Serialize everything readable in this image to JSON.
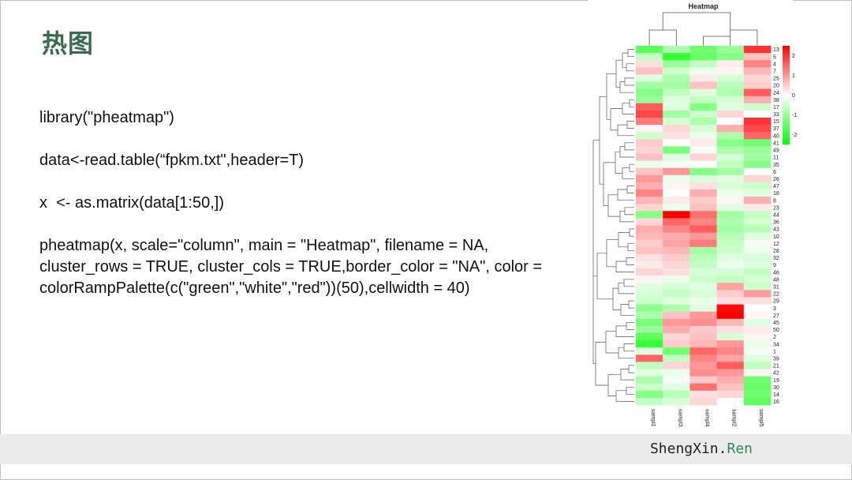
{
  "slide": {
    "title": "热图",
    "code_lines": [
      "library(\"pheatmap\")",
      "",
      "data<-read.table(“fpkm.txt\",header=T)",
      "",
      "x  <- as.matrix(data[1:50,])",
      "",
      "pheatmap(x, scale=\"column\", main = \"Heatmap\", filename = NA, cluster_rows = TRUE, cluster_cols = TRUE,border_color = \"NA\", color = colorRampPalette(c(\"green\",\"white\",\"red\"))(50),cellwidth = 40)"
    ]
  },
  "footer": {
    "brand_main": "ShengXin.",
    "brand_accent": "Ren"
  },
  "colors": {
    "title": "#3b6b4f",
    "brand_accent": "#2e8b57",
    "low": "#00ff00",
    "mid": "#ffffff",
    "high": "#ff0000"
  },
  "chart_data": {
    "type": "heatmap",
    "title": "Heatmap",
    "columns": [
      "sampl1",
      "sampl3",
      "sampl4",
      "sampl2",
      "sampl5"
    ],
    "rows": [
      "13",
      "5",
      "4",
      "7",
      "25",
      "20",
      "24",
      "38",
      "17",
      "33",
      "15",
      "37",
      "40",
      "41",
      "49",
      "11",
      "35",
      "6",
      "26",
      "47",
      "18",
      "8",
      "23",
      "44",
      "36",
      "43",
      "10",
      "12",
      "28",
      "32",
      "9",
      "46",
      "48",
      "31",
      "22",
      "29",
      "3",
      "27",
      "45",
      "50",
      "2",
      "34",
      "1",
      "39",
      "21",
      "42",
      "19",
      "30",
      "14",
      "16"
    ],
    "legend_ticks": [
      2,
      1,
      0,
      -1,
      -2
    ],
    "color_range": [
      -2.5,
      2.5
    ],
    "values": [
      [
        -1.6,
        -0.8,
        -1.4,
        -1.0,
        2.0
      ],
      [
        -0.6,
        -2.0,
        -1.5,
        -1.2,
        0.6
      ],
      [
        0.3,
        -1.0,
        -0.6,
        0.2,
        1.2
      ],
      [
        0.6,
        -0.5,
        -0.2,
        0.1,
        0.7
      ],
      [
        -0.3,
        -0.8,
        0.2,
        -0.4,
        0.4
      ],
      [
        -0.9,
        -0.9,
        0.6,
        -0.7,
        0.5
      ],
      [
        -1.2,
        -0.6,
        -0.3,
        -0.8,
        1.6
      ],
      [
        -1.0,
        -0.3,
        -0.6,
        -0.4,
        0.8
      ],
      [
        1.6,
        -0.3,
        -1.2,
        -0.3,
        -0.5
      ],
      [
        1.8,
        -0.9,
        -0.5,
        0.4,
        0.0
      ],
      [
        1.3,
        -0.4,
        -0.8,
        0.0,
        2.0
      ],
      [
        0.1,
        0.4,
        -0.4,
        0.8,
        1.8
      ],
      [
        -0.5,
        0.3,
        -0.2,
        -0.8,
        1.5
      ],
      [
        0.5,
        0.0,
        0.2,
        -1.2,
        -1.4
      ],
      [
        0.4,
        -1.3,
        -0.1,
        -0.8,
        -1.0
      ],
      [
        0.6,
        -0.3,
        0.4,
        -0.4,
        -0.9
      ],
      [
        -0.2,
        -0.1,
        0.0,
        -0.6,
        -1.2
      ],
      [
        0.6,
        1.0,
        -1.2,
        -0.9,
        0.0
      ],
      [
        1.0,
        -0.2,
        -0.4,
        -0.3,
        0.4
      ],
      [
        0.8,
        0.1,
        0.3,
        -0.4,
        -0.5
      ],
      [
        1.2,
        0.0,
        0.8,
        -0.2,
        -0.3
      ],
      [
        0.7,
        0.2,
        0.5,
        0.1,
        0.8
      ],
      [
        0.4,
        -0.2,
        0.6,
        -0.3,
        0.2
      ],
      [
        -1.2,
        2.5,
        1.4,
        -0.9,
        -0.6
      ],
      [
        0.4,
        1.5,
        1.2,
        -0.8,
        -0.4
      ],
      [
        0.8,
        1.2,
        1.6,
        -0.9,
        -0.7
      ],
      [
        0.7,
        0.8,
        1.0,
        -0.7,
        -0.3
      ],
      [
        0.5,
        0.9,
        1.3,
        -0.6,
        -0.1
      ],
      [
        0.6,
        0.7,
        -0.9,
        -0.5,
        -0.2
      ],
      [
        0.3,
        0.5,
        -0.7,
        -0.3,
        -0.4
      ],
      [
        0.2,
        0.4,
        -0.6,
        -0.2,
        -0.3
      ],
      [
        0.4,
        0.3,
        -0.4,
        -0.4,
        -0.6
      ],
      [
        0.1,
        -0.2,
        -0.5,
        -0.6,
        -0.4
      ],
      [
        -0.3,
        -0.4,
        -0.3,
        0.9,
        -0.5
      ],
      [
        -0.4,
        -0.6,
        -0.4,
        0.5,
        1.0
      ],
      [
        -0.5,
        -0.3,
        -0.2,
        0.3,
        0.3
      ],
      [
        -1.1,
        -0.8,
        -0.3,
        2.4,
        0.0
      ],
      [
        -0.8,
        0.6,
        1.0,
        2.5,
        0.1
      ],
      [
        -1.3,
        1.0,
        1.1,
        0.7,
        -0.3
      ],
      [
        -1.0,
        0.8,
        0.5,
        0.3,
        0.2
      ],
      [
        -1.6,
        0.4,
        0.6,
        -0.4,
        0.1
      ],
      [
        -2.0,
        0.5,
        0.7,
        1.0,
        -0.2
      ],
      [
        -0.3,
        -1.4,
        1.5,
        1.2,
        -0.1
      ],
      [
        1.5,
        -0.6,
        1.2,
        0.9,
        -0.3
      ],
      [
        -0.6,
        0.4,
        1.0,
        1.6,
        -0.6
      ],
      [
        -0.3,
        -0.2,
        1.1,
        1.0,
        0.1
      ],
      [
        -0.8,
        -0.1,
        0.5,
        0.8,
        -1.4
      ],
      [
        -0.5,
        -0.3,
        1.4,
        0.6,
        -1.5
      ],
      [
        -1.2,
        -0.7,
        0.3,
        0.4,
        -1.4
      ],
      [
        -0.6,
        -0.4,
        0.4,
        0.0,
        -1.6
      ]
    ]
  }
}
